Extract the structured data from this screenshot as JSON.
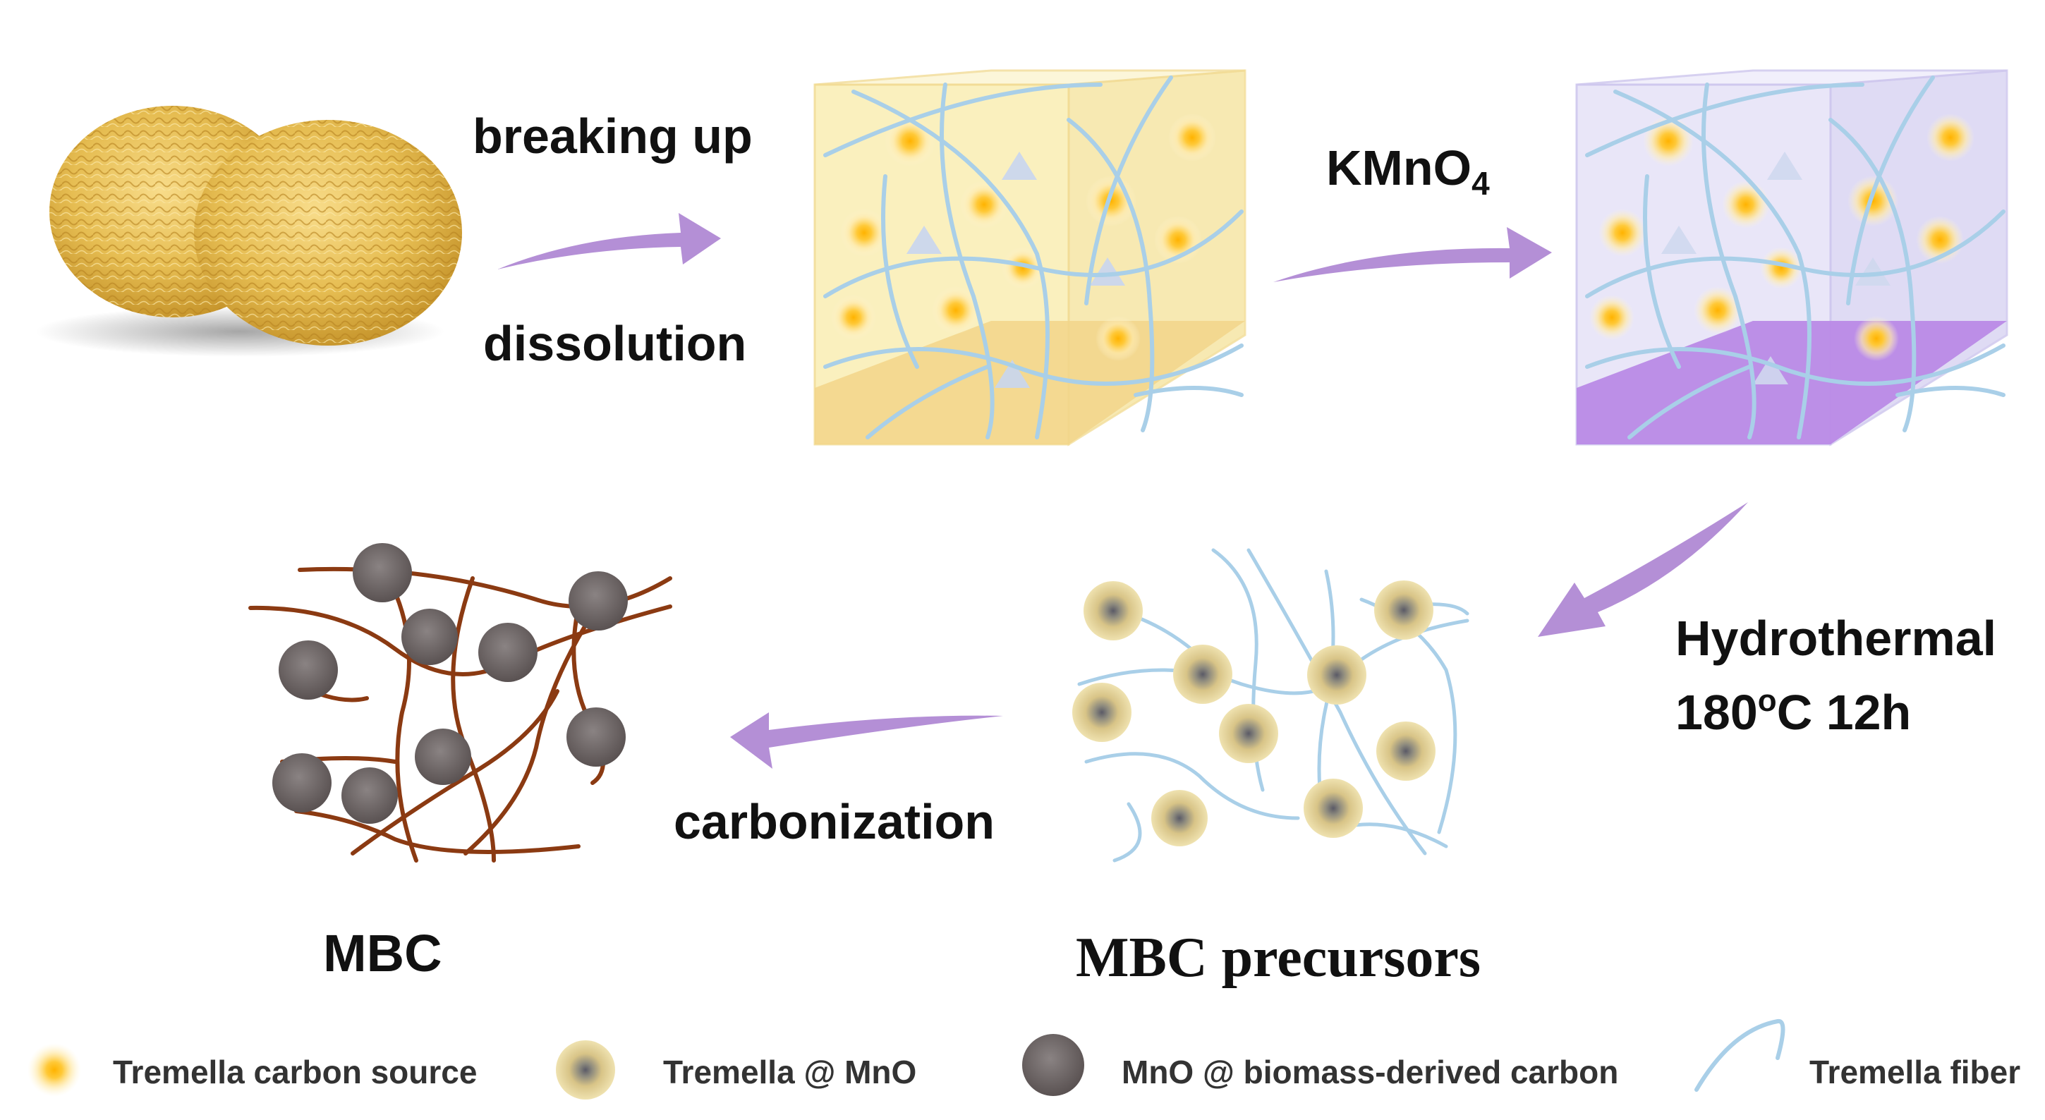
{
  "steps": {
    "breaking_up": "breaking up",
    "dissolution": "dissolution",
    "kmno4_main": "KMnO",
    "kmno4_sub": "4",
    "hydrothermal": "Hydrothermal",
    "temp_value": "180",
    "temp_sup": "o",
    "temp_rest": "C 12h",
    "carbonization": "carbonization"
  },
  "products": {
    "mbc": "MBC",
    "mbc_precursors": "MBC precursors"
  },
  "legend": [
    {
      "label": "Tremella carbon source",
      "icon": "glowing-yellow-dot-icon"
    },
    {
      "label": "Tremella @ MnO",
      "icon": "gray-core-tan-shell-sphere-icon"
    },
    {
      "label": "MnO @ biomass-derived carbon",
      "icon": "dark-gray-sphere-icon"
    },
    {
      "label": "Tremella fiber",
      "icon": "light-blue-curve-icon"
    }
  ],
  "colors": {
    "arrow": "#b48fd6",
    "fiber": "#a9cfe8",
    "carbon_fiber": "#8b3a12",
    "cube1_tint": "#f8e9a8",
    "cube1_floor": "#f2d58a",
    "cube2_tint": "#e2def6",
    "cube2_floor": "#b98ae6",
    "mnc_sphere": "#6f6767",
    "precursor_shell": "#eadba0"
  }
}
